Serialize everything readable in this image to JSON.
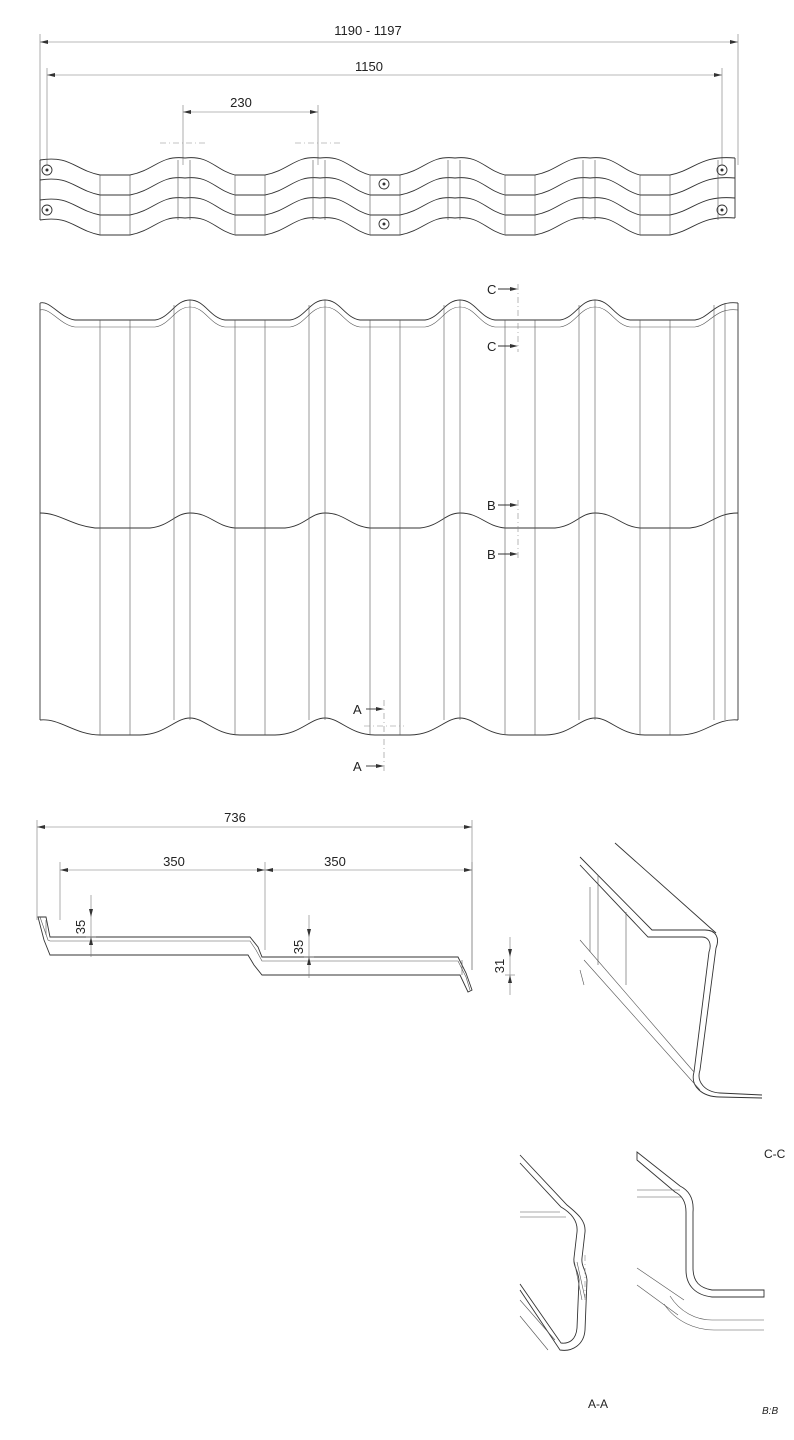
{
  "top_view": {
    "dims": {
      "overall": "1190 - 1197",
      "effective": "1150",
      "pitch": "230"
    }
  },
  "front_view": {
    "sections": [
      "C",
      "C",
      "B",
      "B",
      "A",
      "A"
    ]
  },
  "profile_view": {
    "dims": {
      "length": "736",
      "step1": "350",
      "step2": "350",
      "h1": "35",
      "h2": "35",
      "h3": "31"
    }
  },
  "section_labels": {
    "cc": "C-C",
    "aa": "A-A",
    "bb": "B:B"
  }
}
